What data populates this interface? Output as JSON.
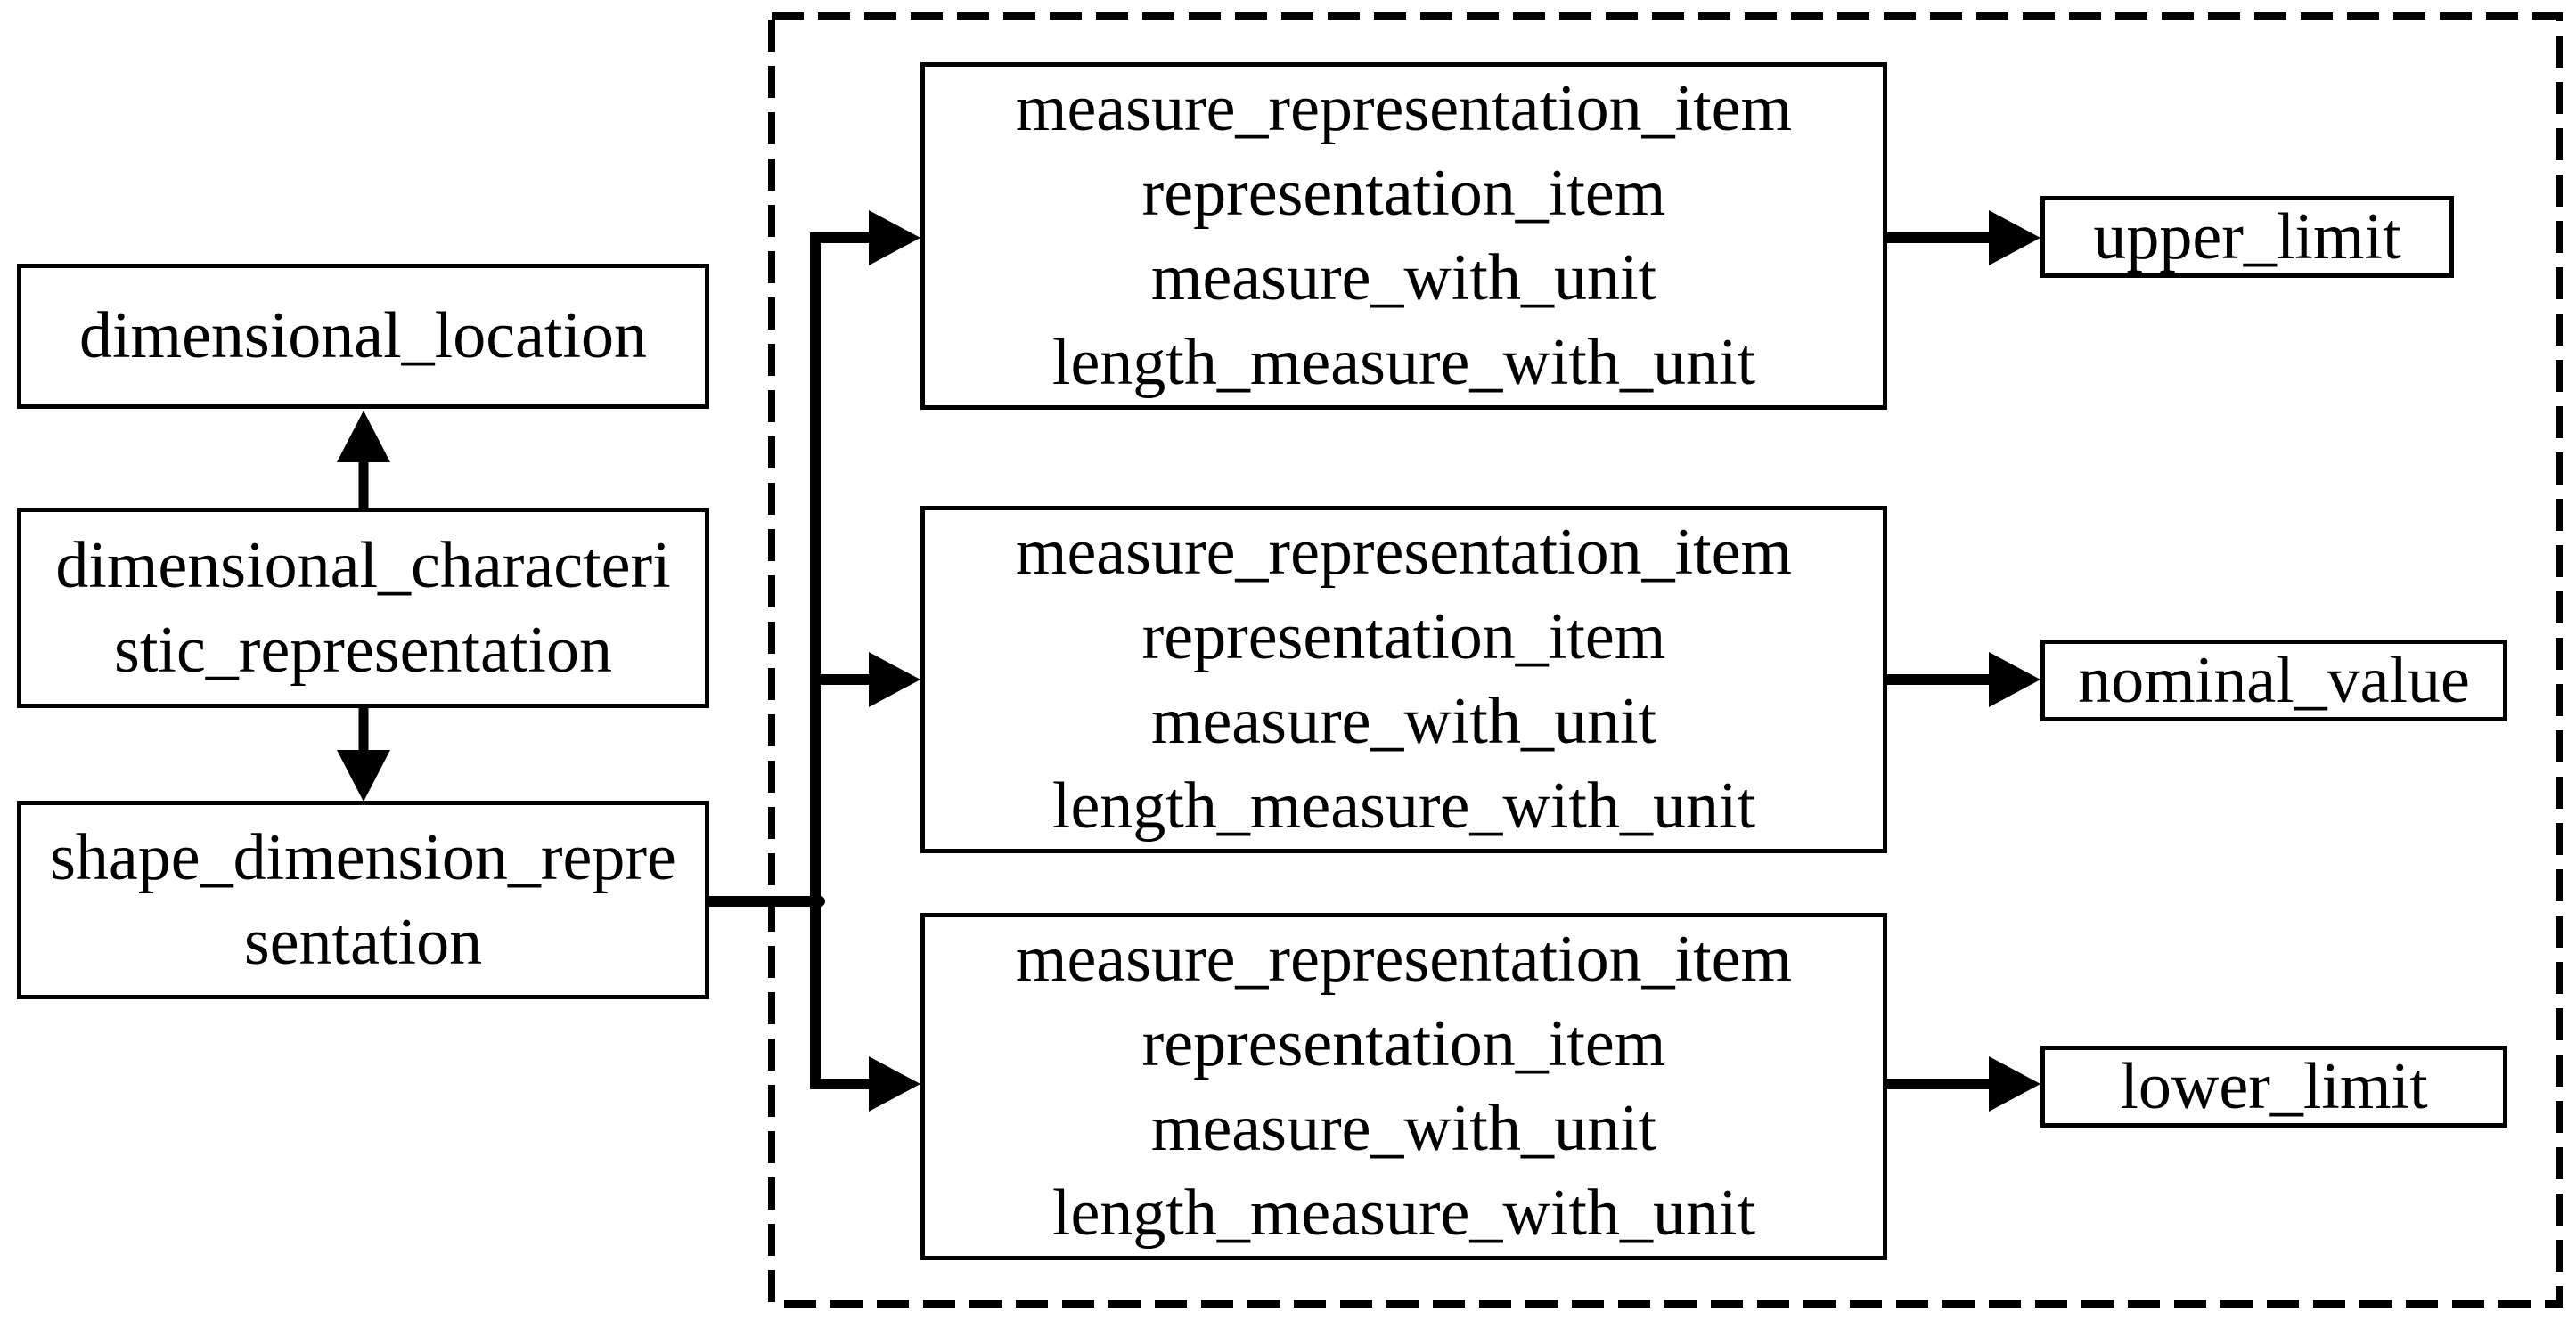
{
  "colors": {
    "line": "#000000",
    "text": "#000000",
    "box_background": "#ffffff"
  },
  "diagram": {
    "boxes": {
      "dimensional_location": {
        "label": "dimensional_location"
      },
      "dimensional_characteristic_representation": {
        "lines": [
          "dimensional_characteri",
          "stic_representation"
        ]
      },
      "shape_dimension_representation": {
        "lines": [
          "shape_dimension_repre",
          "sentation"
        ]
      },
      "measure_top": {
        "lines": [
          "measure_representation_item",
          "representation_item",
          "measure_with_unit",
          "length_measure_with_unit"
        ]
      },
      "measure_middle": {
        "lines": [
          "measure_representation_item",
          "representation_item",
          "measure_with_unit",
          "length_measure_with_unit"
        ]
      },
      "measure_bottom": {
        "lines": [
          "measure_representation_item",
          "representation_item",
          "measure_with_unit",
          "length_measure_with_unit"
        ]
      },
      "upper_limit": {
        "label": "upper_limit"
      },
      "nominal_value": {
        "label": "nominal_value"
      },
      "lower_limit": {
        "label": "lower_limit"
      }
    }
  }
}
